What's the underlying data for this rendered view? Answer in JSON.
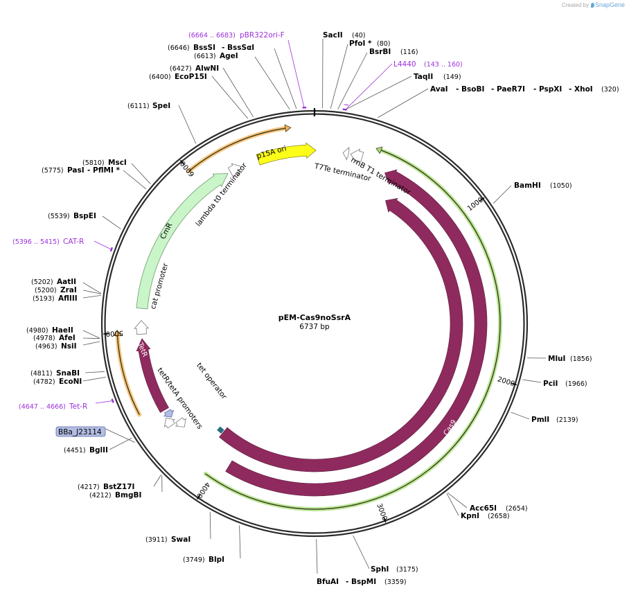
{
  "brand": {
    "created_by": "Created by",
    "app": "SnapGene"
  },
  "plasmid": {
    "name": "pEM-Cas9noSsrA",
    "length_label": "6737 bp"
  },
  "ticks": [
    {
      "label": "1000",
      "bp": 1000
    },
    {
      "label": "2000",
      "bp": 2000
    },
    {
      "label": "3000",
      "bp": 3000
    },
    {
      "label": "4000",
      "bp": 4000
    },
    {
      "label": "5000",
      "bp": 5000
    },
    {
      "label": "6000",
      "bp": 6000
    }
  ],
  "sites": [
    {
      "pos": "(40)",
      "parts": [
        "SacII"
      ]
    },
    {
      "pos": "(80)",
      "parts": [
        "PfoI *"
      ]
    },
    {
      "pos": "(116)",
      "parts": [
        "BsrBI"
      ]
    },
    {
      "pos": "(149)",
      "parts": [
        "TaqII"
      ]
    },
    {
      "pos": "(320)",
      "parts": [
        "AvaI",
        "- BsoBI",
        "- PaeR7I",
        "- PspXI",
        "- XhoI"
      ]
    },
    {
      "pos": "(1050)",
      "parts": [
        "BamHI"
      ]
    },
    {
      "pos": "(1856)",
      "parts": [
        "MluI"
      ]
    },
    {
      "pos": "(1966)",
      "parts": [
        "PciI"
      ]
    },
    {
      "pos": "(2139)",
      "parts": [
        "PmlI"
      ]
    },
    {
      "pos": "(2654)",
      "parts": [
        "Acc65I"
      ]
    },
    {
      "pos": "(2658)",
      "parts": [
        "KpnI"
      ]
    },
    {
      "pos": "(3175)",
      "parts": [
        "SphI"
      ]
    },
    {
      "pos": "(3359)",
      "parts": [
        "BfuAI",
        "- BspMI"
      ]
    },
    {
      "pos": "(3749)",
      "parts": [
        "BlpI"
      ]
    },
    {
      "pos": "(3911)",
      "parts": [
        "SwaI"
      ]
    },
    {
      "pos": "(4212)",
      "parts": [
        "BmgBI"
      ]
    },
    {
      "pos": "(4217)",
      "parts": [
        "BstZ17I"
      ]
    },
    {
      "pos": "(4451)",
      "parts": [
        "BglII"
      ]
    },
    {
      "pos": "(4782)",
      "parts": [
        "EcoNI"
      ]
    },
    {
      "pos": "(4811)",
      "parts": [
        "SnaBI"
      ]
    },
    {
      "pos": "(4963)",
      "parts": [
        "NsiI"
      ]
    },
    {
      "pos": "(4978)",
      "parts": [
        "AfeI"
      ]
    },
    {
      "pos": "(4980)",
      "parts": [
        "HaeII"
      ]
    },
    {
      "pos": "(5193)",
      "parts": [
        "AflIII"
      ]
    },
    {
      "pos": "(5200)",
      "parts": [
        "ZraI"
      ]
    },
    {
      "pos": "(5202)",
      "parts": [
        "AatII"
      ]
    },
    {
      "pos": "(5539)",
      "parts": [
        "BspEI"
      ]
    },
    {
      "pos": "(5775)",
      "parts": [
        "PasI",
        "- PflMI *"
      ]
    },
    {
      "pos": "(5810)",
      "parts": [
        "MscI"
      ]
    },
    {
      "pos": "(6111)",
      "parts": [
        "SpeI"
      ]
    },
    {
      "pos": "(6400)",
      "parts": [
        "EcoP15I"
      ]
    },
    {
      "pos": "(6427)",
      "parts": [
        "AlwNI"
      ]
    },
    {
      "pos": "(6613)",
      "parts": [
        "AgeI"
      ]
    },
    {
      "pos": "(6646)",
      "parts": [
        "BssSI",
        "- BssSαI"
      ]
    }
  ],
  "primers": [
    {
      "name": "pBR322ori-F",
      "range": "(6664 .. 6683)"
    },
    {
      "name": "L4440",
      "range": "(143 .. 160)"
    },
    {
      "name": "CAT-R",
      "range": "(5396 .. 5415)"
    },
    {
      "name": "Tet-R",
      "range": "(4647 .. 4666)"
    }
  ],
  "features": {
    "p15a_ori": "p15A ori",
    "rrnb_t1": "rrnB T1 terminator",
    "t7te": "T7Te terminator",
    "lambda_t0": "lambda t0 terminator",
    "cmr": "CmR",
    "cat_promoter": "cat promoter",
    "tetr": "TetR",
    "tetr_teta": "tetR/tetA promoters",
    "tet_operator": "tet operator",
    "cas9_inner": "Cas9",
    "cas9_outer": "Cas9",
    "bba": "BBa_J23114"
  },
  "colors": {
    "backbone": "#2b2b2b",
    "cas9": "#8f2a5e",
    "ori": "#fdfd1a",
    "cmr": "#c9f5c9",
    "primer": "#9b30d9",
    "orange_arc": "#f5b15a",
    "green_arc": "#a6e07a",
    "operator": "#2a6f80",
    "bba_fill": "#b3bde3"
  }
}
